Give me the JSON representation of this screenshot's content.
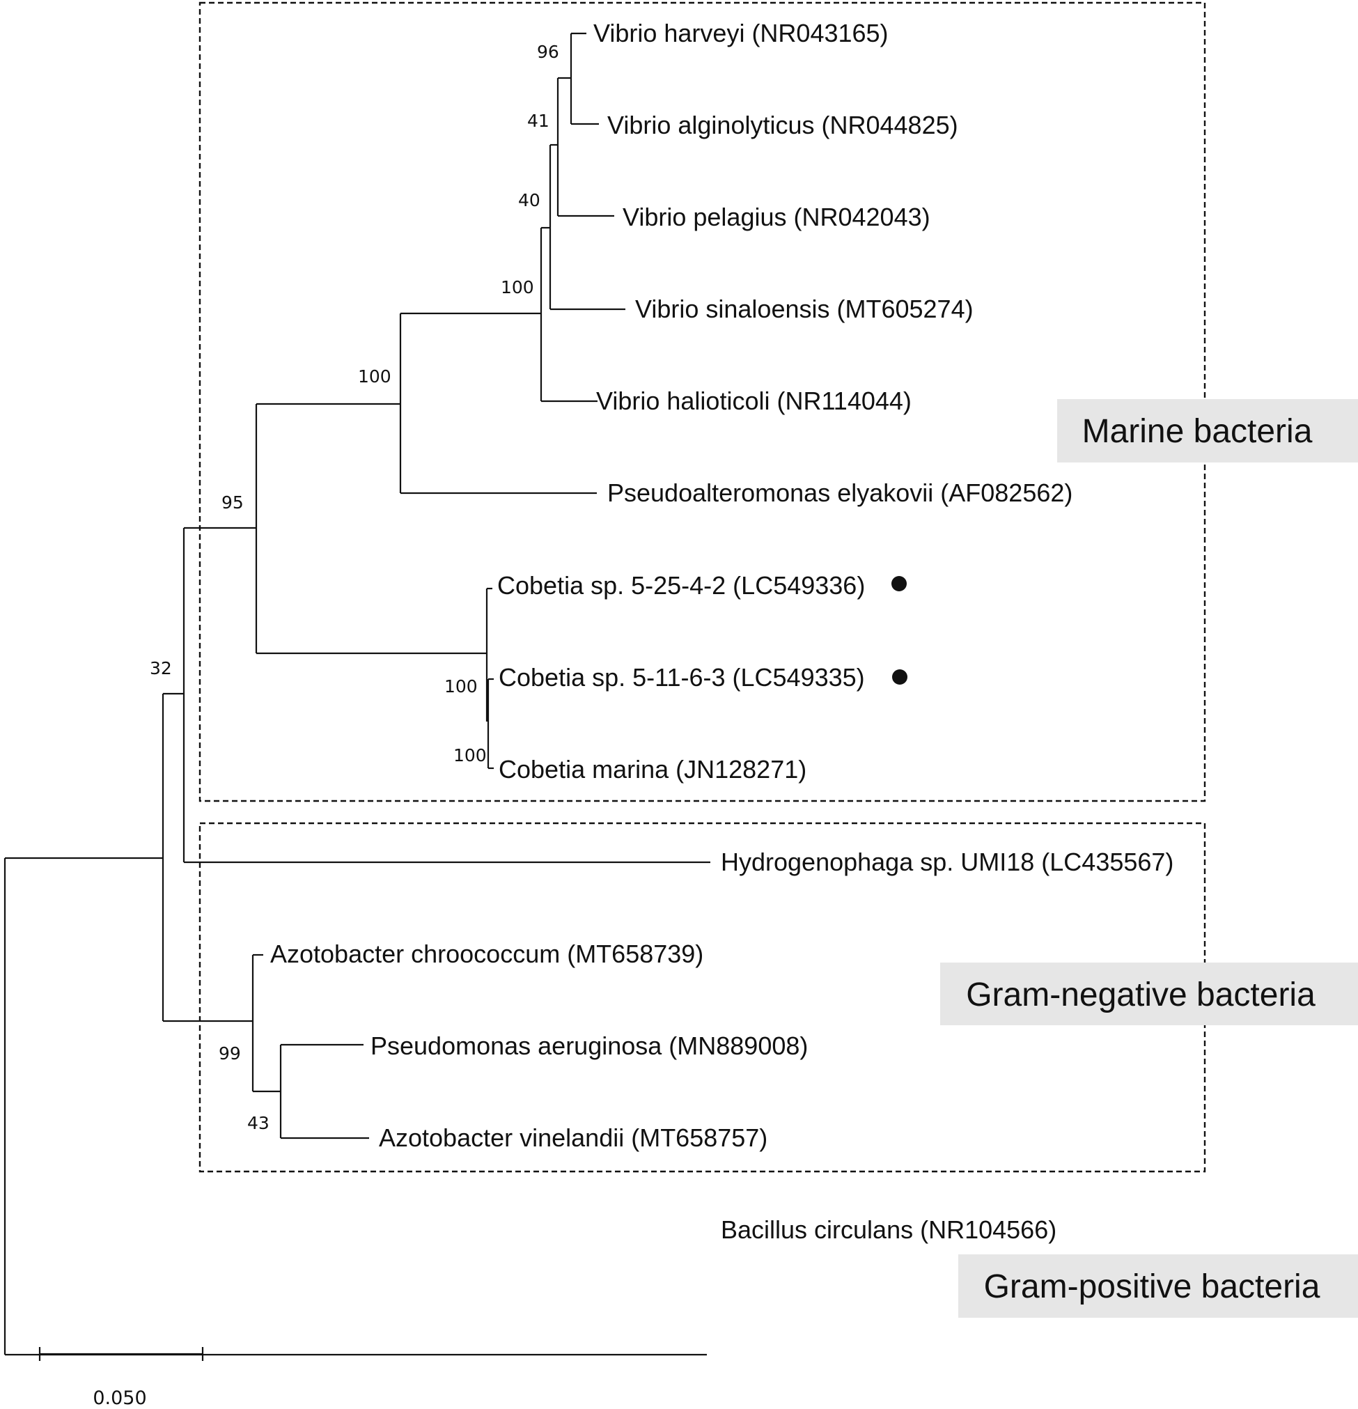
{
  "taxa": [
    {
      "id": "vh",
      "label": "Vibrio harveyi (NR043165)"
    },
    {
      "id": "va",
      "label": "Vibrio alginolyticus (NR044825)"
    },
    {
      "id": "vp",
      "label": "Vibrio pelagius (NR042043)"
    },
    {
      "id": "vs",
      "label": "Vibrio sinaloensis (MT605274)"
    },
    {
      "id": "vhal",
      "label": "Vibrio halioticoli (NR114044)"
    },
    {
      "id": "pe",
      "label": "Pseudoalteromonas elyakovii (AF082562)"
    },
    {
      "id": "c1",
      "label": "Cobetia sp. 5-25-4-2 (LC549336)",
      "marked": true
    },
    {
      "id": "c2",
      "label": "Cobetia sp. 5-11-6-3 (LC549335)",
      "marked": true
    },
    {
      "id": "cm",
      "label": "Cobetia marina (JN128271)"
    },
    {
      "id": "hy",
      "label": "Hydrogenophaga sp. UMI18 (LC435567)"
    },
    {
      "id": "ac",
      "label": "Azotobacter chroococcum (MT658739)"
    },
    {
      "id": "pa",
      "label": "Pseudomonas aeruginosa (MN889008)"
    },
    {
      "id": "av",
      "label": "Azotobacter vinelandii (MT658757)"
    },
    {
      "id": "bc",
      "label": "Bacillus circulans (NR104566)"
    }
  ],
  "bootstrap_values": [
    "96",
    "41",
    "40",
    "100",
    "100",
    "95",
    "100",
    "100",
    "32",
    "99",
    "43"
  ],
  "groups": {
    "marine": "Marine bacteria",
    "gram_negative": "Gram-negative bacteria",
    "gram_positive": "Gram-positive bacteria"
  },
  "scale_bar": {
    "label": "0.050",
    "value": 0.05
  },
  "colors": {
    "ink": "#111111",
    "group_label_background": "#e6e6e6",
    "background": "#ffffff"
  }
}
